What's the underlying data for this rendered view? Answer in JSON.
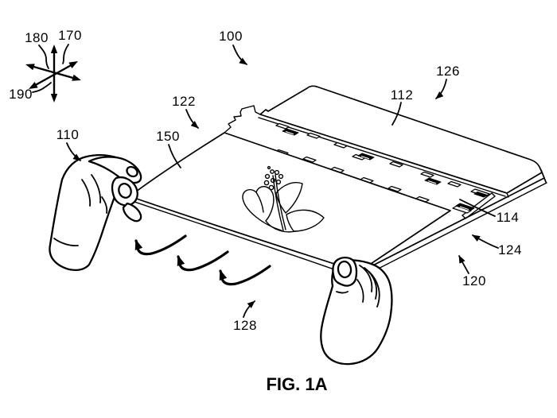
{
  "caption": {
    "text": "FIG. 1A"
  },
  "labels": [
    {
      "ref": "180"
    },
    {
      "ref": "170"
    },
    {
      "ref": "190"
    },
    {
      "ref": "100"
    },
    {
      "ref": "126"
    },
    {
      "ref": "122"
    },
    {
      "ref": "112"
    },
    {
      "ref": "110"
    },
    {
      "ref": "150"
    },
    {
      "ref": "114"
    },
    {
      "ref": "124"
    },
    {
      "ref": "120"
    },
    {
      "ref": "128"
    }
  ]
}
